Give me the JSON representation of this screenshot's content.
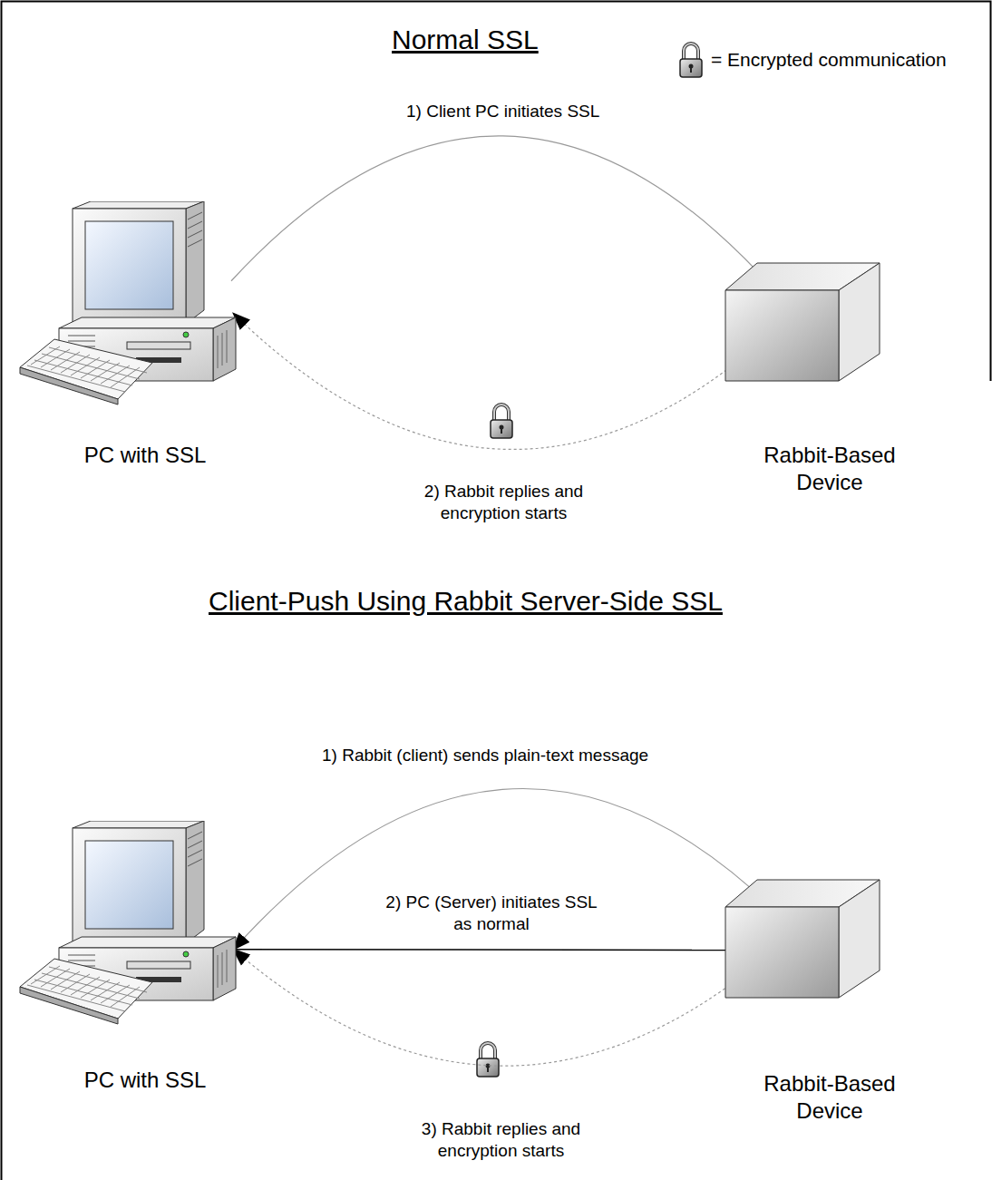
{
  "diagram": {
    "title": "Normal SSL",
    "nodes": [
      {
        "text": [
          "PC with SSL"
        ]
      },
      {
        "text": [
          "Rabbit-Based Device"
        ]
      },
      {
        "text": [
          "PC with SSL"
        ]
      },
      {
        "text": [
          "Rabbit-Based Device"
        ]
      }
    ],
    "edges": [
      {
        "from": 0,
        "to": 1,
        "arrow": "to",
        "label": "1) Client PC initiates SSL"
      },
      {
        "from": 1,
        "to": 0,
        "arrow": "to",
        "label": "2) Rabbit replies and encryption starts"
      },
      {
        "from": 3,
        "to": 2,
        "arrow": "to",
        "label": "1) Rabbit (client) sends plain-text message"
      },
      {
        "from": 2,
        "to": 3,
        "arrow": "to",
        "label": "2) PC (Server) initiates SSL as normal"
      },
      {
        "from": 3,
        "to": 2,
        "arrow": "to",
        "label": "3) Rabbit replies and encryption starts"
      }
    ],
    "labels": [
      "Client-Push Using Rabbit Server-Side SSL"
    ],
    "legend": [
      {
        "text": "= Encrypted communication"
      }
    ]
  }
}
